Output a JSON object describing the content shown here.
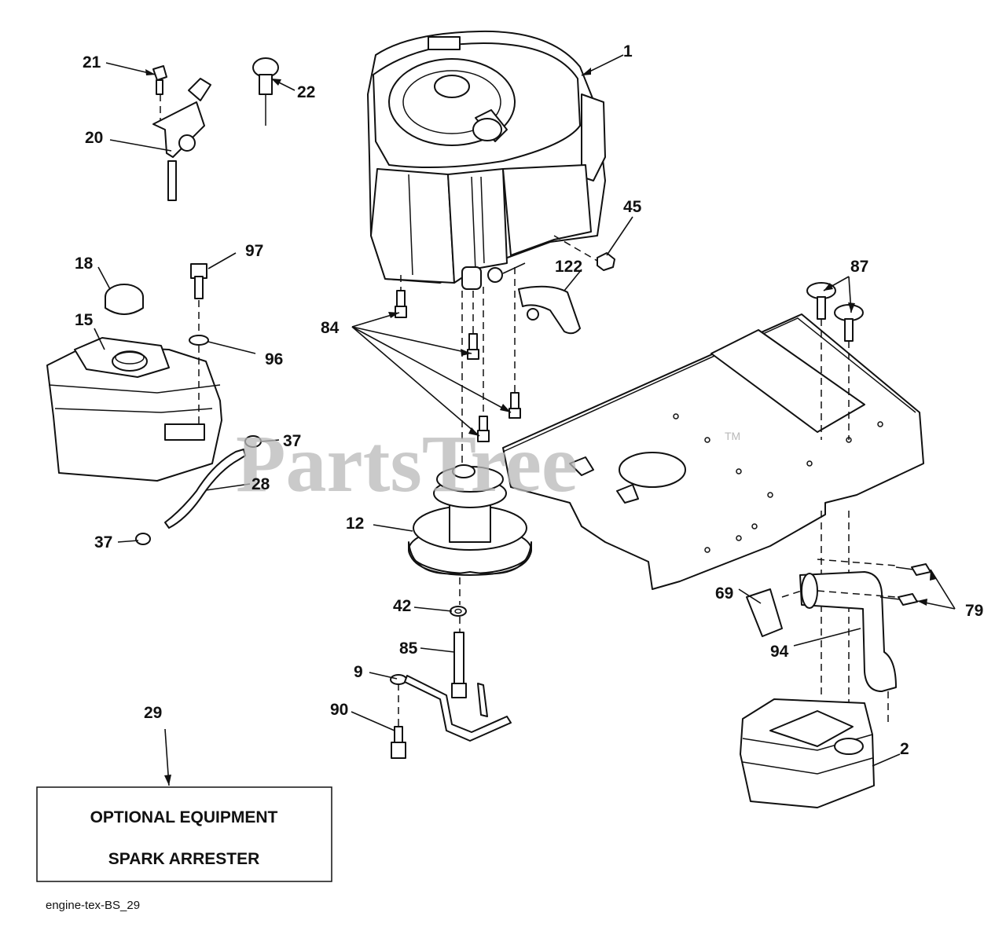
{
  "callouts": {
    "c1": "1",
    "c2": "2",
    "c9": "9",
    "c12": "12",
    "c15": "15",
    "c18": "18",
    "c20": "20",
    "c21": "21",
    "c22": "22",
    "c28": "28",
    "c29": "29",
    "c37a": "37",
    "c37b": "37",
    "c42": "42",
    "c45": "45",
    "c69": "69",
    "c79": "79",
    "c84": "84",
    "c85": "85",
    "c87": "87",
    "c90": "90",
    "c94": "94",
    "c96": "96",
    "c97": "97",
    "c122": "122"
  },
  "watermark": {
    "text": "PartsTree",
    "tm": "TM"
  },
  "optional_box": {
    "line1": "OPTIONAL EQUIPMENT",
    "line2": "SPARK ARRESTER"
  },
  "footer": {
    "code": "engine-tex-BS_29"
  }
}
